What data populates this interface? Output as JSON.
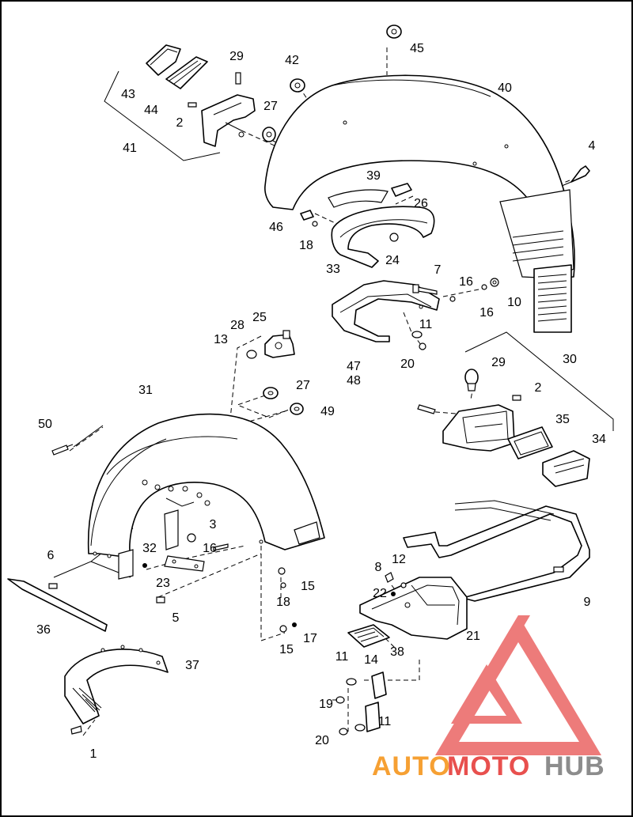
{
  "callouts": [
    "45",
    "43",
    "29",
    "42",
    "40",
    "44",
    "2",
    "27",
    "41",
    "4",
    "39",
    "26",
    "46",
    "18",
    "24",
    "33",
    "7",
    "16",
    "10",
    "16",
    "11",
    "25",
    "28",
    "13",
    "47",
    "48",
    "20",
    "29",
    "30",
    "2",
    "27",
    "49",
    "31",
    "35",
    "50",
    "34",
    "3",
    "16",
    "6",
    "32",
    "23",
    "9",
    "8",
    "12",
    "22",
    "15",
    "18",
    "5",
    "21",
    "17",
    "15",
    "36",
    "38",
    "37",
    "11",
    "14",
    "19",
    "11",
    "20",
    "1"
  ],
  "watermark": {
    "part1": "AUTO",
    "part2": "MOTO",
    "part3": "HUB"
  },
  "colors": {
    "watermark_red": "#e8504e",
    "watermark_orange": "#f6a033",
    "watermark_gray": "#8c8c8c"
  }
}
